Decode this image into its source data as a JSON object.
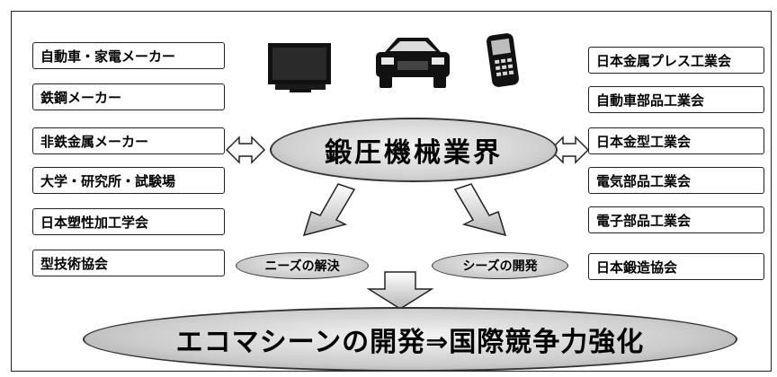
{
  "left_items": [
    "自動車・家電メーカー",
    "鉄鋼メーカー",
    "非鉄金属メーカー",
    "大学・研究所・試験場",
    "日本塑性加工学会",
    "型技術協会"
  ],
  "right_items": [
    "日本金属プレス工業会",
    "自動車部品工業会",
    "日本金型工業会",
    "電気部品工業会",
    "電子部品工業会",
    "日本鍛造協会"
  ],
  "center_label": "鍛圧機械業界",
  "needs_label": "ニーズの解決",
  "seeds_label": "シーズの開発",
  "goal_label": "エコマシーンの開発⇒国際競争力強化",
  "icons": [
    "television-icon",
    "car-icon",
    "mobile-phone-icon"
  ]
}
